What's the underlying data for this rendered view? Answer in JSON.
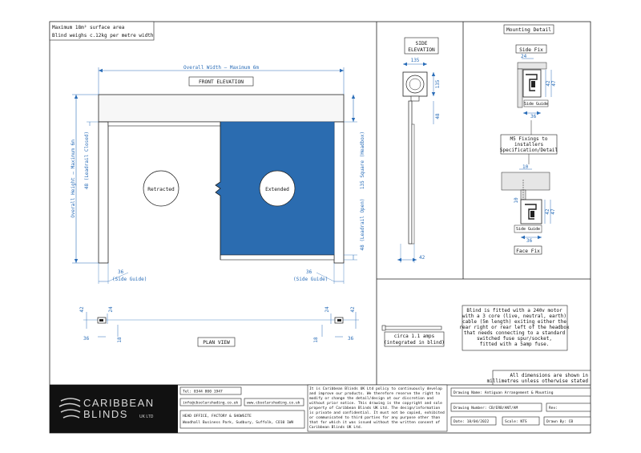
{
  "notes": {
    "line1": "Maximum 18m² surface area",
    "line2": "Blind weighs c.12kg per metre width"
  },
  "front": {
    "overall_width": "Overall Width – Maximum 6m",
    "title": "FRONT ELEVATION",
    "overall_height": "Overall Height – Maximum 6m",
    "leadrail_closed": "48 (Leadrail Closed)",
    "headbox": "135 Square (Headbox)",
    "leadrail_open": "48 (Leadrail Open)",
    "retracted": "Retracted",
    "extended": "Extended",
    "guide_dim_left": "36",
    "guide_label_left": "(Side Guide)",
    "guide_dim_right": "36",
    "guide_label_right": "(Side Guide)",
    "fabric_color": "#2b6cb0"
  },
  "side": {
    "title_line1": "SIDE",
    "title_line2": "ELEVATION",
    "dim_135_top": "135",
    "dim_135_right": "135",
    "dim_48": "48",
    "dim_42": "42"
  },
  "mounting": {
    "title": "Mounting Detail",
    "side_fix": "Side Fix",
    "face_fix": "Face Fix",
    "fixings_line1": "M5 Fixings to",
    "fixings_line2": "installers",
    "fixings_line3": "Specification/Detail",
    "side_guide": "Side Guide",
    "dim_24": "24",
    "dim_42": "42",
    "dim_47": "47",
    "dim_36": "36",
    "dim_10": "10"
  },
  "plan": {
    "title": "PLAN VIEW",
    "dim_42": "42",
    "dim_24": "24",
    "dim_36": "36",
    "dim_18": "18"
  },
  "motor": {
    "amps_line1": "circa 1.1 amps",
    "amps_line2": "(integrated in blind)",
    "info_line1": "Blind is fitted with a 240v motor",
    "info_line2": "with a 3 core (live, neutral, earth)",
    "info_line3": "cable (5m length) exiting either the",
    "info_line4": "rear right or rear left of the headbox",
    "info_line5": "that needs connecting to a standard",
    "info_line6": "switched fuse spur/socket,",
    "info_line7": "fitted with a 5amp fuse.",
    "dims_line1": "All dimensions are shown in",
    "dims_line2": "millimetres unless otherwise stated"
  },
  "titleblock": {
    "logo_line1": "CARIBBEAN",
    "logo_line2": "BLINDS",
    "logo_suffix": "UK LTD",
    "tel": "Tel: 0344 800 1947",
    "email": "info@cbsolarshading.co.uk",
    "web": "www.cbsolarshading.co.uk",
    "office_line1": "HEAD OFFICE, FACTORY & SHOWSITE",
    "office_line2": "Woodhall Business Park, Sudbury, Suffolk, CO10 1WH",
    "policy_line1": "It is Caribbean Blinds UK Ltd policy to continuously develop",
    "policy_line2": "and improve our products. We therefore reserve the right to",
    "policy_line3": "modify or change the detail/design at our discretion and",
    "policy_line4": "without prior notice. This drawing is the copyright and sole",
    "policy_line5": "property of Caribbean Blinds UK Ltd. The design/information",
    "policy_line6": "is private and confidential. It must not be copied, exhibited",
    "policy_line7": "or communicated to third parties for any purpose other than",
    "policy_line8": "that for which it was issued without the written consent of",
    "policy_line9": "Caribbean Blinds UK Ltd.",
    "drawing_name": "Drawing Name: Antiguan Arrangement & Mounting",
    "drawing_number": "Drawing Number: CB/ERB/ANT/AM",
    "rev": "Rev:",
    "date": "Date: 18/04/2022",
    "scale": "Scale: NTS",
    "drawn_by": "Drawn By: CB"
  }
}
